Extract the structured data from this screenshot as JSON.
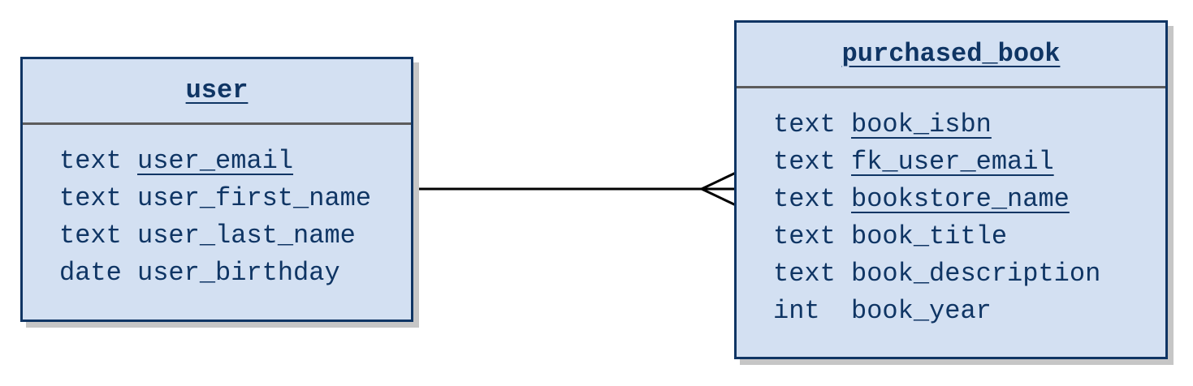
{
  "colors": {
    "entity_fill": "#d3e0f2",
    "entity_border": "#0f3564",
    "divider": "#5c5c5c",
    "shadow": "#c6c6c6",
    "connector": "#000000"
  },
  "entities": {
    "user": {
      "name": "user",
      "attributes": [
        {
          "type": "text",
          "name": "user_email",
          "key": true
        },
        {
          "type": "text",
          "name": "user_first_name",
          "key": false
        },
        {
          "type": "text",
          "name": "user_last_name",
          "key": false
        },
        {
          "type": "date",
          "name": "user_birthday",
          "key": false
        }
      ]
    },
    "purchased_book": {
      "name": "purchased_book",
      "attributes": [
        {
          "type": "text",
          "name": "book_isbn",
          "key": true
        },
        {
          "type": "text",
          "name": "fk_user_email",
          "key": true
        },
        {
          "type": "text",
          "name": "bookstore_name",
          "key": true
        },
        {
          "type": "text",
          "name": "book_title",
          "key": false
        },
        {
          "type": "text",
          "name": "book_description",
          "key": false
        },
        {
          "type": "int",
          "name": "book_year",
          "key": false
        }
      ]
    }
  },
  "relationship": {
    "from": "user",
    "to": "purchased_book",
    "from_cardinality": "one",
    "to_cardinality": "many"
  }
}
